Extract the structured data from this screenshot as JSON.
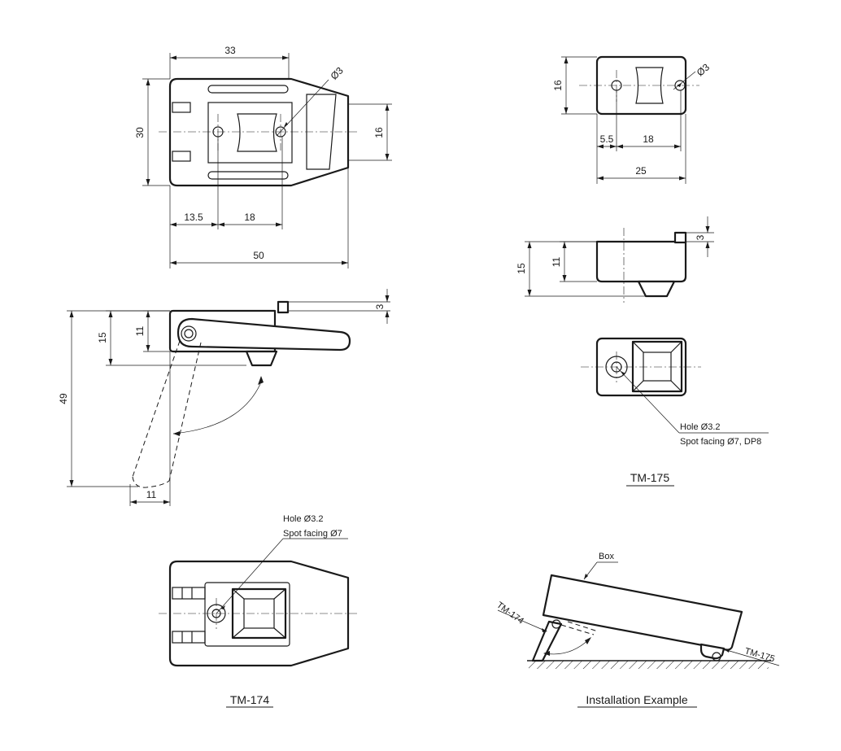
{
  "tm174": {
    "caption": "TM-174",
    "top_view": {
      "dim_width": "33",
      "dim_height": "30",
      "dim_hole": "Ø3",
      "dim_slot": "16",
      "dim_offset": "13.5",
      "dim_pitch": "18",
      "dim_length": "50"
    },
    "side_view": {
      "dim_rise": "3",
      "dim_base": "11",
      "dim_total": "15",
      "dim_swing": "49",
      "dim_foot": "11"
    },
    "bottom_view": {
      "note_line1": "Hole Ø3.2",
      "note_line2": "Spot facing Ø7"
    }
  },
  "tm175": {
    "caption": "TM-175",
    "top_view": {
      "dim_height": "16",
      "dim_hole": "Ø3",
      "dim_offset": "5.5",
      "dim_pitch": "18",
      "dim_width": "25"
    },
    "side_view": {
      "dim_rise": "3",
      "dim_base": "11",
      "dim_total": "15"
    },
    "bottom_view": {
      "note_line1": "Hole Ø3.2",
      "note_line2": "Spot facing Ø7, DP8"
    }
  },
  "installation": {
    "caption": "Installation Example",
    "label_box": "Box",
    "label_tm174": "TM-174",
    "label_tm175": "TM-175"
  }
}
